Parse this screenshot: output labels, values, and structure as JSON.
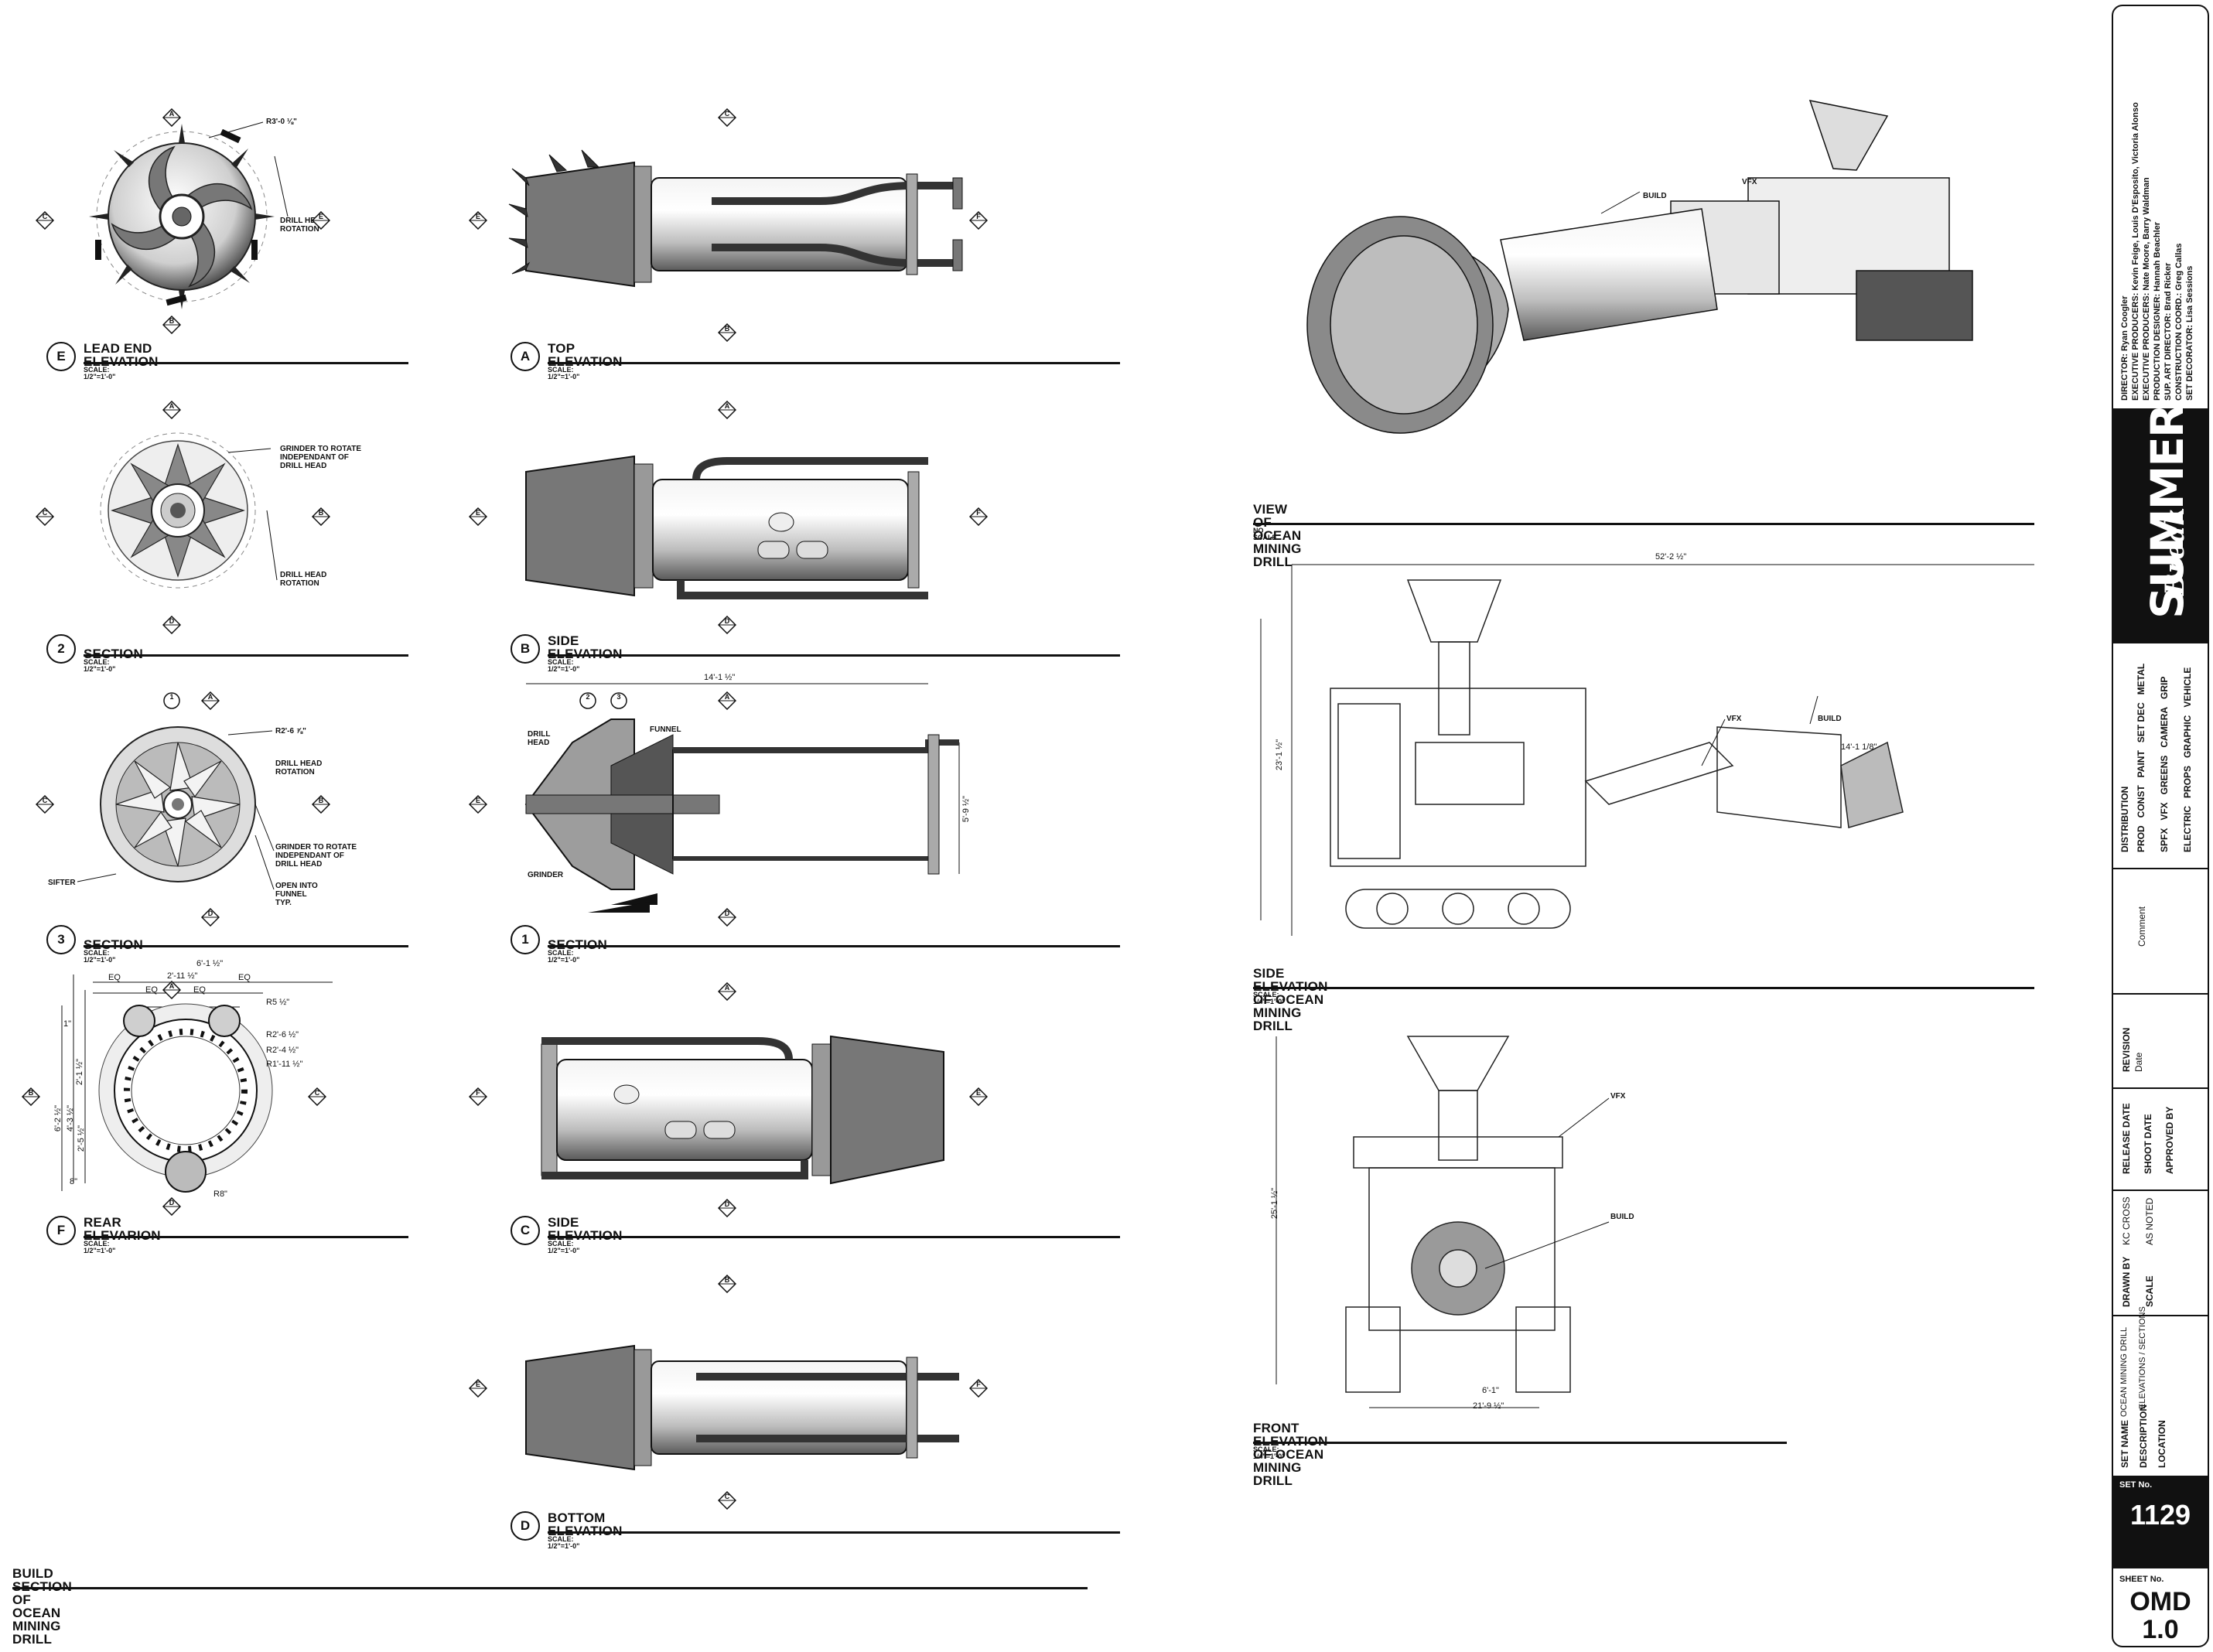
{
  "views": {
    "lead_end": {
      "tag": "E",
      "title": "LEAD END ELEVATION",
      "scale": "SCALE: 1/2\"=1'-0\""
    },
    "top": {
      "tag": "A",
      "title": "TOP ELEVATION",
      "scale": "SCALE: 1/2\"=1'-0\""
    },
    "section_2": {
      "tag": "2",
      "title": "SECTION",
      "scale": "SCALE: 1/2\"=1'-0\""
    },
    "side_b": {
      "tag": "B",
      "title": "SIDE ELEVATION",
      "scale": "SCALE: 1/2\"=1'-0\""
    },
    "section_3": {
      "tag": "3",
      "title": "SECTION",
      "scale": "SCALE: 1/2\"=1'-0\""
    },
    "section_1": {
      "tag": "1",
      "title": "SECTION",
      "scale": "SCALE: 1/2\"=1'-0\""
    },
    "rear": {
      "tag": "F",
      "title": "REAR ELEVARION",
      "scale": "SCALE: 1/2\"=1'-0\""
    },
    "side_c": {
      "tag": "C",
      "title": "SIDE ELEVATION",
      "scale": "SCALE: 1/2\"=1'-0\""
    },
    "bottom": {
      "tag": "D",
      "title": "BOTTOM ELEVATION",
      "scale": "SCALE: 1/2\"=1'-0\""
    },
    "view_drill": {
      "title": "VIEW OF OCEAN MINING DRILL",
      "scale": "NO SCALE"
    },
    "side_drill": {
      "title": "SIDE  ELEVATION OF OCEAN MINING DRILL",
      "scale": "SCALE: 1/4\"=1'-0\""
    },
    "front_drill": {
      "title": "FRONT ELEVATION OF OCEAN MINING DRILL",
      "scale": "SCALE: 1/4\"=1'-0\""
    },
    "build_section": {
      "title": "BUILD SECTION OF OCEAN MINING DRILL"
    }
  },
  "callouts": {
    "r3": "R3'-0 ⅛\"",
    "drill_head_rotation": "DRILL HEAD ROTATION",
    "grinder_rotate": "GRINDER TO ROTATE INDEPENDANT OF DRILL HEAD",
    "r2_6": "R2'-6 ⅞\"",
    "open_funnel": "OPEN INTO FUNNEL TYP.",
    "sifter": "SIFTER",
    "drill_head": "DRILL HEAD",
    "funnel": "FUNNEL",
    "grinder": "GRINDER",
    "dim_14_1": "14'-1 ½\"",
    "dim_5_9": "5'-9 ½\"",
    "dim_6_1": "6'-1 ½\"",
    "dim_2_11": "2'-11 ½\"",
    "eq": "EQ",
    "dim_1": "1\"",
    "dim_2_1": "2'-1 ½\"",
    "dim_6_2": "6'-2 ½\"",
    "dim_4_3": "4'-3 ½\"",
    "dim_2_5": "2'-5 ½\"",
    "dim_8": "8\"",
    "r5": "R5 ½\"",
    "r2_6b": "R2'-6 ½\"",
    "r2_4": "R2'-4 ½\"",
    "r1_11": "R1'-11 ½\"",
    "r8": "R8\"",
    "build": "BUILD",
    "vfx": "VFX",
    "dim_52_2": "52'-2 ½\"",
    "dim_23_1": "23'-1 ½\"",
    "dim_14_1_8": "14'-1 1/8\"",
    "dim_25_1": "25'-1 ½\"",
    "dim_6_1b": "6'-1\"",
    "dim_21_9": "21'-9 ½\""
  },
  "markers": {
    "a": "A",
    "b": "B",
    "c": "C",
    "d": "D",
    "e": "E",
    "f": "F",
    "one": "1",
    "two": "2",
    "three": "3"
  },
  "panel": {
    "credits": [
      "DIRECTOR: Ryan Coogler",
      "EXECUTIVE PRODUCERS: Kevin Feige, Louis D'Esposito, Victoria Alonso",
      "EXECUTIVE PRODUCERS: Nate Moore, Barry Waldman",
      "PRODUCTION DESIGNER: Hannah Beachler",
      "SUP. ART DIRECTOR: Brad Ricker",
      "CONSTRUCTION COORD.: Greg Callas",
      "SET DECORATOR: Lisa Sessions"
    ],
    "logo_top": "SUMMER",
    "logo_bottom": "Break",
    "distribution_label": "DISTRIBUTION",
    "distribution_cols": [
      [
        "PROD",
        "CONST",
        "PAINT",
        "SET DEC",
        "METAL"
      ],
      [
        "SPFX",
        "VFX",
        "GREENS",
        "CAMERA",
        "GRIP"
      ],
      [
        "ELECTRIC",
        "PROPS",
        "GRAPHIC",
        "VEHICLE"
      ]
    ],
    "comment_label": "Comment",
    "revision_label": "REVISION",
    "date_label": "Date",
    "release_date": "RELEASE DATE",
    "shoot_date": "SHOOT DATE",
    "approved_by": "APPROVED BY",
    "drawn_by_label": "DRAWN BY",
    "drawn_by": "KC CROSS",
    "scale_label": "SCALE",
    "scale_value": "AS NOTED",
    "set_name_label": "SET NAME",
    "set_name": "OCEAN MINING DRILL",
    "description_label": "DESCRIPTION",
    "description": "ELEVATIONS / SECTIONS",
    "location_label": "LOCATION",
    "set_no_label": "SET No.",
    "set_no": "1129",
    "sheet_no_label": "SHEET No.",
    "sheet_line1": "OMD",
    "sheet_line2": "1.0"
  }
}
